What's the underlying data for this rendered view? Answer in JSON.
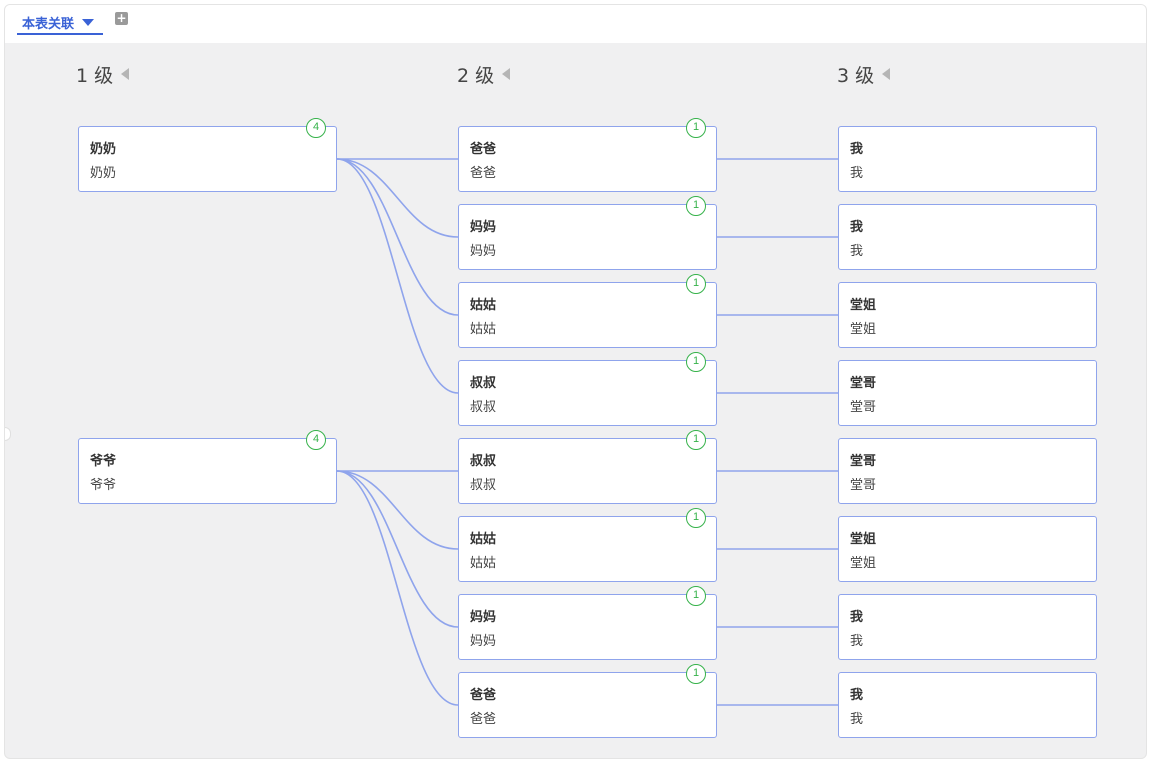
{
  "toolbar": {
    "tab_label": "本表关联",
    "add_button": "+"
  },
  "levels": [
    {
      "title": "1 级"
    },
    {
      "title": "2 级"
    },
    {
      "title": "3 级"
    }
  ],
  "colors": {
    "accent": "#3a62d6",
    "card_border": "#8fa4ec",
    "link": "#8fa4ec",
    "badge": "#36b24a",
    "canvas": "#f0f0f1"
  },
  "icons": {
    "tab_caret": "caret-down-icon",
    "add": "plus-square-icon",
    "level_collapse": "caret-left-icon"
  },
  "tree": [
    {
      "title": "奶奶",
      "subtitle": "奶奶",
      "count": "4",
      "children": [
        {
          "title": "爸爸",
          "subtitle": "爸爸",
          "count": "1",
          "children": [
            {
              "title": "我",
              "subtitle": "我"
            }
          ]
        },
        {
          "title": "妈妈",
          "subtitle": "妈妈",
          "count": "1",
          "children": [
            {
              "title": "我",
              "subtitle": "我"
            }
          ]
        },
        {
          "title": "姑姑",
          "subtitle": "姑姑",
          "count": "1",
          "children": [
            {
              "title": "堂姐",
              "subtitle": "堂姐"
            }
          ]
        },
        {
          "title": "叔叔",
          "subtitle": "叔叔",
          "count": "1",
          "children": [
            {
              "title": "堂哥",
              "subtitle": "堂哥"
            }
          ]
        }
      ]
    },
    {
      "title": "爷爷",
      "subtitle": "爷爷",
      "count": "4",
      "children": [
        {
          "title": "叔叔",
          "subtitle": "叔叔",
          "count": "1",
          "children": [
            {
              "title": "堂哥",
              "subtitle": "堂哥"
            }
          ]
        },
        {
          "title": "姑姑",
          "subtitle": "姑姑",
          "count": "1",
          "children": [
            {
              "title": "堂姐",
              "subtitle": "堂姐"
            }
          ]
        },
        {
          "title": "妈妈",
          "subtitle": "妈妈",
          "count": "1",
          "children": [
            {
              "title": "我",
              "subtitle": "我"
            }
          ]
        },
        {
          "title": "爸爸",
          "subtitle": "爸爸",
          "count": "1",
          "children": [
            {
              "title": "我",
              "subtitle": "我"
            }
          ]
        }
      ]
    }
  ]
}
